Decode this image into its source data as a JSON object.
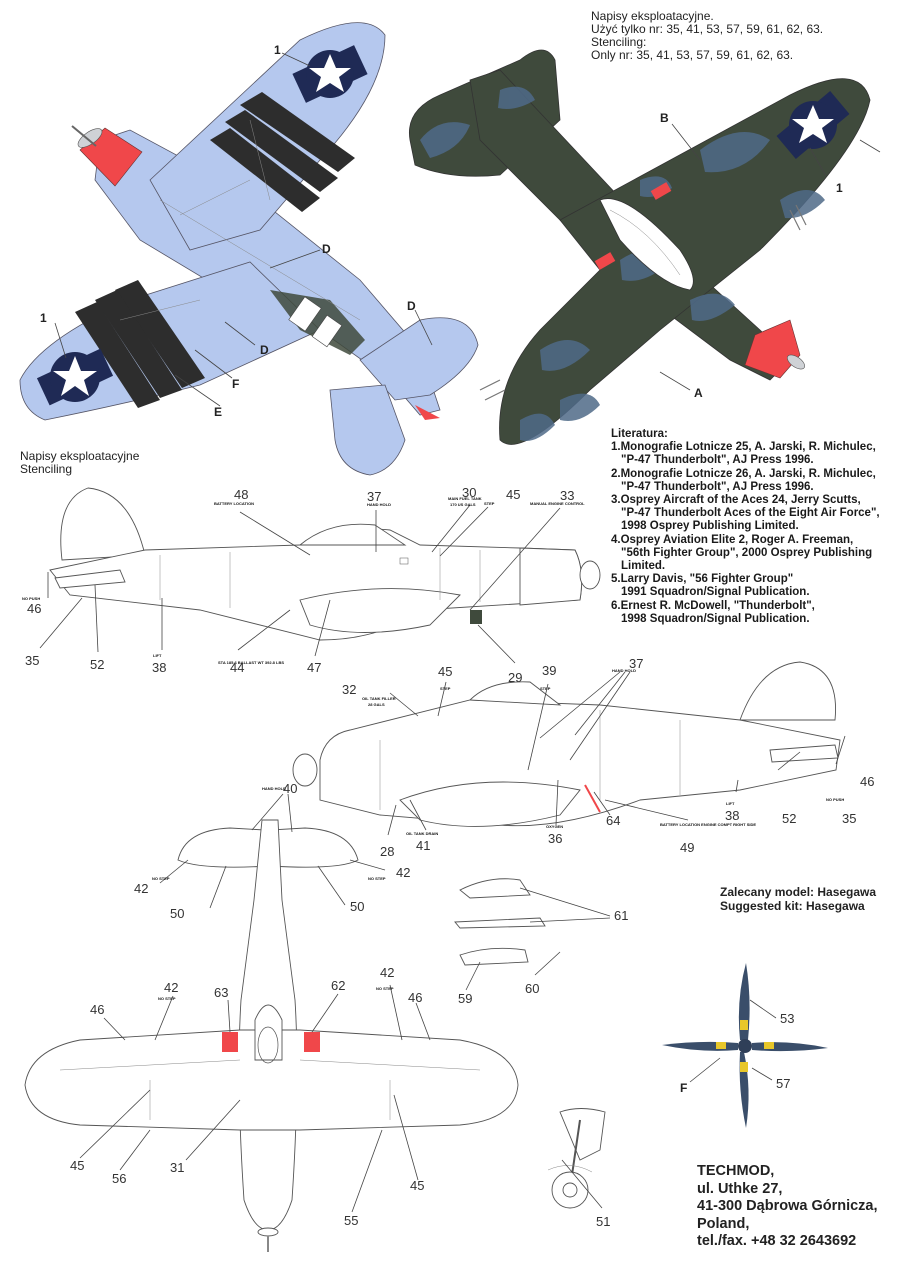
{
  "top_note": {
    "line1": "Napisy eksploatacyjne.",
    "line2": "Użyć tylko nr: 35, 41, 53, 57, 59, 61, 62, 63.",
    "line3": "Stenciling:",
    "line4": "Only nr: 35, 41, 53, 57, 59, 61, 62, 63."
  },
  "stencil_title": {
    "pl": "Napisy eksploatacyjne",
    "en": "Stenciling"
  },
  "literature": {
    "heading": "Literatura:",
    "items": [
      {
        "l1": "1.Monografie Lotnicze 25, A. Jarski, R. Michulec,",
        "l2": "\"P-47 Thunderbolt\", AJ Press 1996."
      },
      {
        "l1": "2.Monografie Lotnicze 26, A. Jarski, R. Michulec,",
        "l2": "\"P-47 Thunderbolt\", AJ Press 1996."
      },
      {
        "l1": "3.Osprey Aircraft of the Aces 24, Jerry Scutts,",
        "l2": "\"P-47 Thunderbolt Aces of the Eight Air Force\",",
        "l3": "1998 Osprey Publishing Limited."
      },
      {
        "l1": "4.Osprey Aviation Elite 2, Roger A. Freeman,",
        "l2": "\"56th Fighter Group\", 2000 Osprey Publishing",
        "l3": "Limited."
      },
      {
        "l1": "5.Larry Davis, \"56 Fighter Group\"",
        "l2": "1991 Squadron/Signal Publication."
      },
      {
        "l1": "6.Ernest R. McDowell, \"Thunderbolt\",",
        "l2": "1998 Squadron/Signal Publication."
      }
    ]
  },
  "kit": {
    "pl": "Zalecany model: Hasegawa",
    "en": "Suggested kit: Hasegawa"
  },
  "address": {
    "company": "TECHMOD,",
    "street": "ul. Uthke 27,",
    "city": "41-300 Dąbrowa Górnicza,",
    "country": "Poland,",
    "phone": "tel./fax. +48 32 2643692"
  },
  "letters": {
    "A": "A",
    "B": "B",
    "D": "D",
    "E": "E",
    "F": "F",
    "one": "1"
  },
  "callouts": {
    "n28": "28",
    "n29": "29",
    "n30": "30",
    "n31": "31",
    "n32": "32",
    "n33": "33",
    "n35": "35",
    "n36": "36",
    "n37": "37",
    "n38": "38",
    "n39": "39",
    "n40": "40",
    "n41": "41",
    "n42": "42",
    "n44": "44",
    "n45": "45",
    "n46": "46",
    "n47": "47",
    "n48": "48",
    "n49": "49",
    "n50": "50",
    "n51": "51",
    "n52": "52",
    "n53": "53",
    "n55": "55",
    "n56": "56",
    "n57": "57",
    "n59": "59",
    "n60": "60",
    "n61": "61",
    "n62": "62",
    "n63": "63",
    "n64": "64"
  },
  "stencil_text": {
    "battery_location": "BATTERY LOCATION",
    "hand_hold": "HAND HOLD",
    "main_fuel_tank": "MAIN FUEL TANK",
    "main_fuel_qty": "170 US GALS",
    "step": "STEP",
    "manual_engine_control": "MANUAL ENGINE CONTROL",
    "no_push": "NO PUSH",
    "lift": "LIFT",
    "ballast": "STA 185.6 BALLAST WT 392.8 LBS",
    "oil_tank_filler": "OIL TANK FILLER",
    "oil_tank_gals": "28 GALS",
    "oil_tank_drain": "OIL TANK DRAIN",
    "oxygen": "OXYGEN",
    "no_step": "NO STEP",
    "battery_location_engine": "BATTERY LOCATION ENGINE COMPT RIGHT SIDE"
  },
  "colors": {
    "invasion_blue": "#b5c8ee",
    "olive_drab": "#3f4a3c",
    "camo_blue": "#4f6a88",
    "cowl_red": "#f0474a",
    "stripe_black": "#2d2d2d",
    "insignia_blue": "#1f2a55"
  }
}
